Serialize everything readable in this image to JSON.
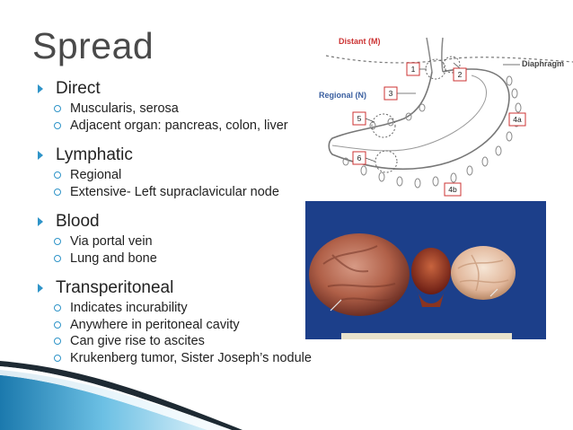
{
  "title": "Spread",
  "sections": [
    {
      "heading": "Direct",
      "items": [
        "Muscularis, serosa",
        "Adjacent organ: pancreas, colon, liver"
      ]
    },
    {
      "heading": "Lymphatic",
      "items": [
        "Regional",
        "Extensive- Left supraclavicular node"
      ]
    },
    {
      "heading": "Blood",
      "items": [
        "Via portal vein",
        "Lung and bone"
      ]
    },
    {
      "heading": "Transperitoneal",
      "items": [
        "Indicates incurability",
        "Anywhere in peritoneal cavity",
        "Can give rise to ascites",
        "Krukenberg tumor, Sister Joseph’s nodule"
      ]
    }
  ],
  "diagram": {
    "distant_label": "Distant (M)",
    "regional_label": "Regional (N)",
    "diaphragm_label": "Diaphragm",
    "stations": [
      "1",
      "2",
      "3",
      "4a",
      "5",
      "6",
      "4b"
    ]
  },
  "colors": {
    "accent": "#2f94c8",
    "title": "#4a4a4a",
    "diagram_red": "#cc3333",
    "photo_bg": "#1c3f8a"
  }
}
